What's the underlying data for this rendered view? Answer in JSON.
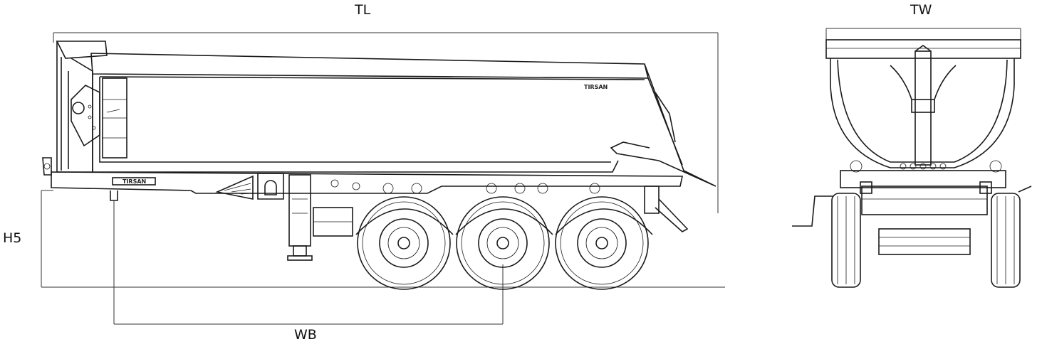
{
  "dimensions": {
    "total_length": "TL",
    "total_width": "TW",
    "height": "H5",
    "wheelbase": "WB"
  },
  "views": {
    "side": {
      "logo_body": "TIRSAN",
      "logo_chassis": "TIRSAN",
      "axles": 3
    },
    "rear": {}
  }
}
